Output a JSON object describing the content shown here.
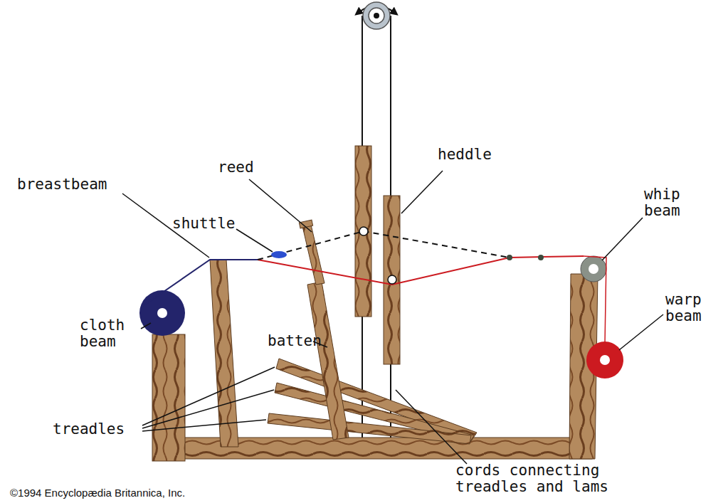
{
  "diagram": {
    "labels": [
      "reed",
      "heddle",
      "breastbeam",
      "shuttle",
      "whip beam",
      "cloth beam",
      "batten",
      "warp beam",
      "treadles",
      "cords connecting treadles and lams",
      "©1994 Encyclopædia Britannica, Inc."
    ]
  }
}
